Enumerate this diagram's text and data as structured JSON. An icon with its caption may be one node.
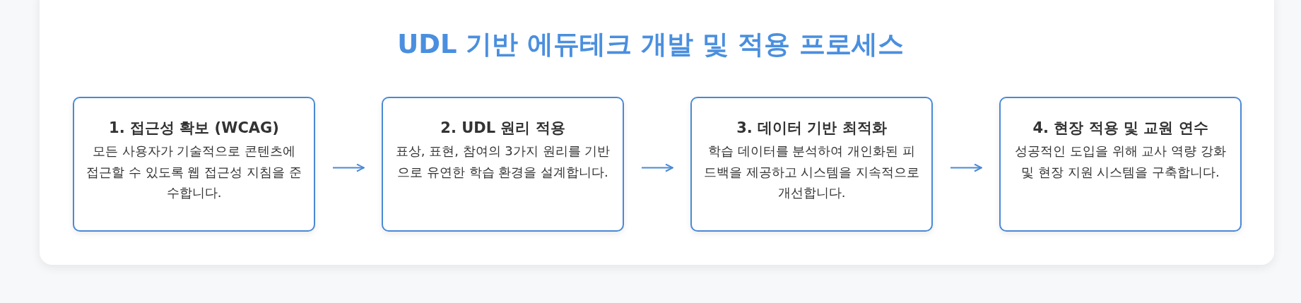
{
  "diagram": {
    "title": "UDL 기반 에듀테크 개발 및 적용 프로세스",
    "nodes": [
      {
        "text": [
          "1. 접근성 확보 (WCAG)",
          "모든 사용자가 기술적으로 콘텐츠에 접근할 수 있도록 웹 접근성 지침을 준수합니다."
        ]
      },
      {
        "text": [
          "2. UDL 원리 적용",
          "표상, 표현, 참여의 3가지 원리를 기반으로 유연한 학습 환경을 설계합니다."
        ]
      },
      {
        "text": [
          "3. 데이터 기반 최적화",
          "학습 데이터를 분석하여 개인화된 피드백을 제공하고 시스템을 지속적으로 개선합니다."
        ]
      },
      {
        "text": [
          "4. 현장 적용 및 교원 연수",
          "성공적인 도입을 위해 교사 역량 강화 및 현장 지원 시스템을 구축합니다."
        ]
      }
    ],
    "edges": [
      {
        "from": 0,
        "to": 1,
        "arrow": "to"
      },
      {
        "from": 1,
        "to": 2,
        "arrow": "to"
      },
      {
        "from": 2,
        "to": 3,
        "arrow": "to"
      }
    ]
  }
}
